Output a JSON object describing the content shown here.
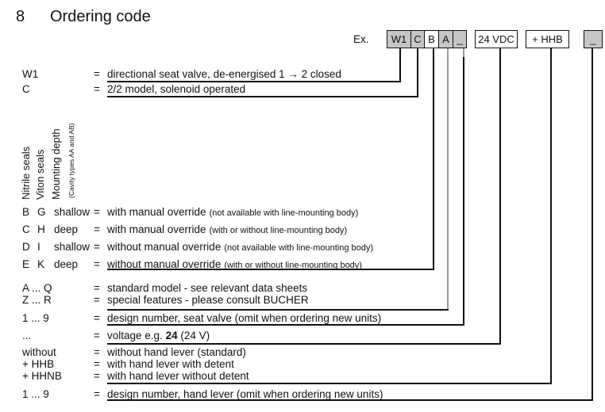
{
  "title": {
    "number": "8",
    "text": "Ordering code"
  },
  "example": {
    "label": "Ex.",
    "boxes": [
      {
        "label": "W1",
        "fill": "gray"
      },
      {
        "label": "C",
        "fill": "gray"
      },
      {
        "label": "B",
        "fill": "white"
      },
      {
        "label": "A",
        "fill": "gray"
      },
      {
        "label": "_",
        "fill": "gray"
      },
      {
        "label": "24 VDC",
        "fill": "white"
      },
      {
        "label": "+ HHB",
        "fill": "white"
      },
      {
        "label": "_",
        "fill": "gray"
      }
    ]
  },
  "vertical_labels": {
    "nitrile": "Nitrile seals",
    "viton": "Viton seals",
    "mounting": "Mounting depth",
    "cavity": "(Cavity types AA and AB)"
  },
  "equals": "=",
  "rows": [
    {
      "c1": "W1",
      "desc": "directional seat valve, de-energised 1 → 2 closed"
    },
    {
      "c1": "C",
      "desc": "2/2 model, solenoid operated"
    },
    {
      "c1": "B",
      "c2": "G",
      "c3": "shallow",
      "desc": "with manual override",
      "note": "(not available with line-mounting body)"
    },
    {
      "c1": "C",
      "c2": "H",
      "c3": "deep",
      "desc": "with manual override",
      "note": "(with or without line-mounting body)"
    },
    {
      "c1": "D",
      "c2": "I",
      "c3": "shallow",
      "desc": "without manual override",
      "note": "(not available with line-mounting body)"
    },
    {
      "c1": "E",
      "c2": "K",
      "c3": "deep",
      "desc": "without manual override",
      "note": "(with or without line-mounting body)"
    },
    {
      "c1": "A ... Q",
      "desc": "standard model - see relevant data sheets"
    },
    {
      "c1": "Z ... R",
      "desc": "special features - please consult BUCHER"
    },
    {
      "c1": "1 ... 9",
      "desc": "design number, seat valve (omit when ordering new units)"
    },
    {
      "c1": "...",
      "desc_pre": "voltage e.g. ",
      "desc_bold": "24",
      "desc_post": " (24 V)"
    },
    {
      "c1": "without",
      "desc": "without hand lever (standard)"
    },
    {
      "c1": "+ HHB",
      "desc": "with hand lever with detent"
    },
    {
      "c1": "+ HHNB",
      "desc": "with hand lever without detent"
    },
    {
      "c1": "1 ... 9",
      "desc": "design number, hand lever (omit when ordering new units)"
    }
  ],
  "colors": {
    "box_gray": "#c6c6c6",
    "line_black": "#111111",
    "connector_gray": "#9a9a9a"
  }
}
